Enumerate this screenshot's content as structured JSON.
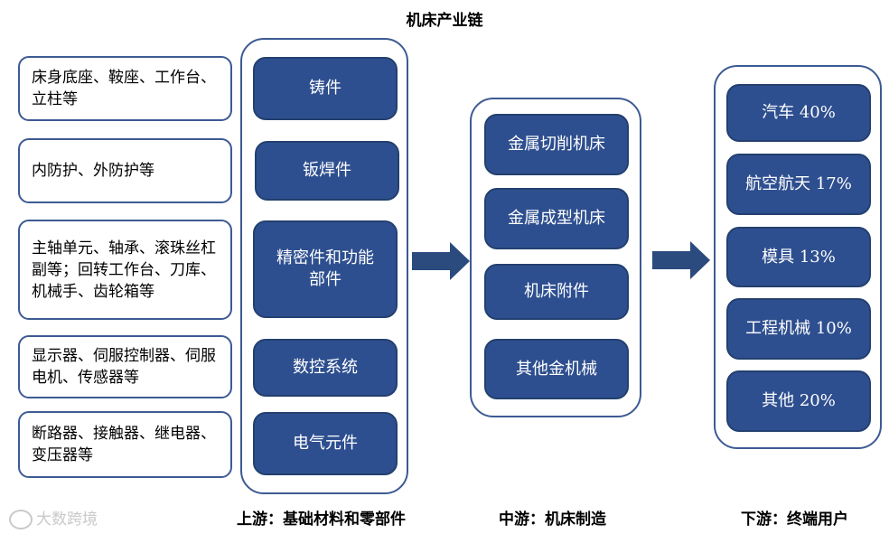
{
  "title": "机床产业链",
  "upstream_descriptions": [
    "床身底座、鞍座、工作台、立柱等",
    "内防护、外防护等",
    "主轴单元、轴承、滚珠丝杠副等；回转工作台、刀库、机械手、齿轮箱等",
    "显示器、伺服控制器、伺服电机、传感器等",
    "断路器、接触器、继电器、变压器等"
  ],
  "upstream_items": [
    "铸件",
    "钣焊件",
    "精密件和功能部件",
    "数控系统",
    "电气元件"
  ],
  "midstream_items": [
    "金属切削机床",
    "金属成型机床",
    "机床附件",
    "其他金机械"
  ],
  "downstream_items": [
    "汽车 40%",
    "航空航天 17%",
    "模具 13%",
    "工程机械 10%",
    "其他 20%"
  ],
  "labels": {
    "upstream": "上游：基础材料和零部件",
    "midstream": "中游：机床制造",
    "downstream": "下游：终端用户"
  },
  "watermark": "大数跨境",
  "colors": {
    "box_fill": "#2e4f8f",
    "border": "#3d5a93",
    "arrow": "#2b4a7e"
  }
}
